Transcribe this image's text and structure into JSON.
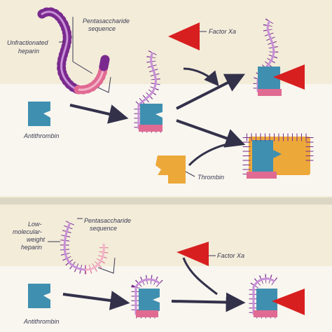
{
  "panel_top": {
    "labels": {
      "pentasaccharide": [
        "Pentasaccharide",
        "sequence"
      ],
      "unfractionated_heparin": [
        "Unfractionated",
        "heparin"
      ],
      "factor_xa": "Factor Xa",
      "antithrombin": "Antithrombin",
      "thrombin": "Thrombin"
    }
  },
  "panel_bottom": {
    "labels": {
      "pentasaccharide": [
        "Pentasaccharide",
        "sequence"
      ],
      "lmw_heparin": [
        "Low-",
        "molecular-",
        "weight",
        "heparin"
      ],
      "factor_xa": "Factor Xa",
      "antithrombin": "Antithrombin"
    }
  },
  "colors": {
    "chain_purple": "#7a2a8e",
    "pentasaccharide_pink": "#e06a92",
    "antithrombin_blue": "#3f8fb0",
    "factor_xa_red": "#d81f1f",
    "thrombin_orange": "#eda83a",
    "arrow_dark": "#33314a"
  },
  "icons": {
    "antithrombin": "antithrombin-protein-icon",
    "factor_xa": "factor-xa-triangle-icon",
    "thrombin": "thrombin-protein-icon",
    "heparin": "heparin-chain-icon"
  }
}
